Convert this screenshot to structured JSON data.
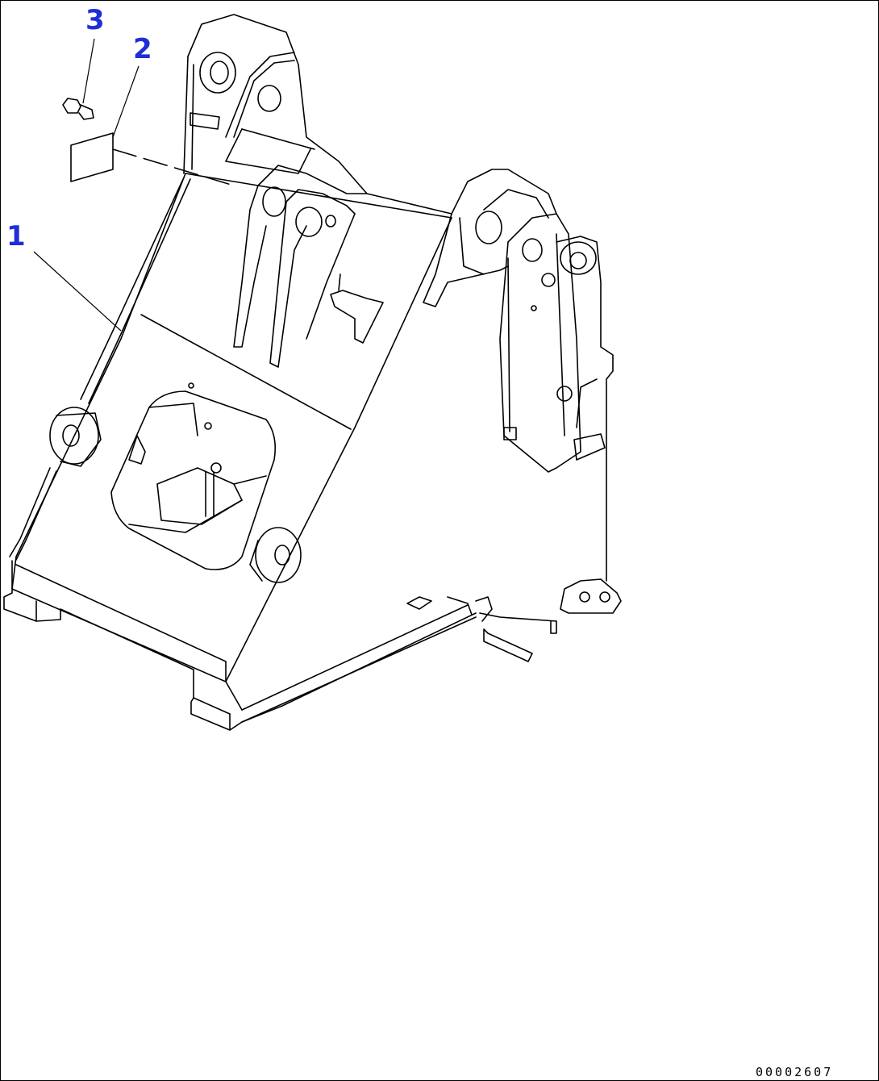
{
  "diagram": {
    "callouts": [
      {
        "id": "1",
        "label": "1"
      },
      {
        "id": "2",
        "label": "2"
      },
      {
        "id": "3",
        "label": "3"
      }
    ],
    "reference_number": "00002607",
    "colors": {
      "line": "#000000",
      "callout": "#1f2fd6",
      "background": "#ffffff"
    }
  }
}
